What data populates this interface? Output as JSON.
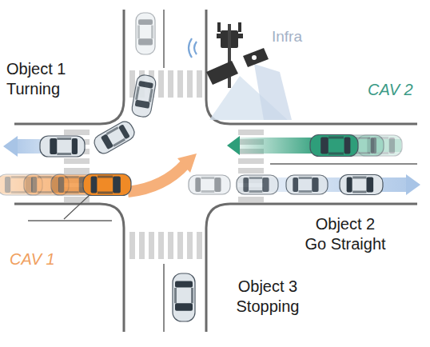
{
  "diagram": {
    "labels": [
      "Object 1 Turning",
      "Infra",
      "CAV 2",
      "CAV 1",
      "Object 2 Go Straight",
      "Object 3 Stopping"
    ]
  }
}
